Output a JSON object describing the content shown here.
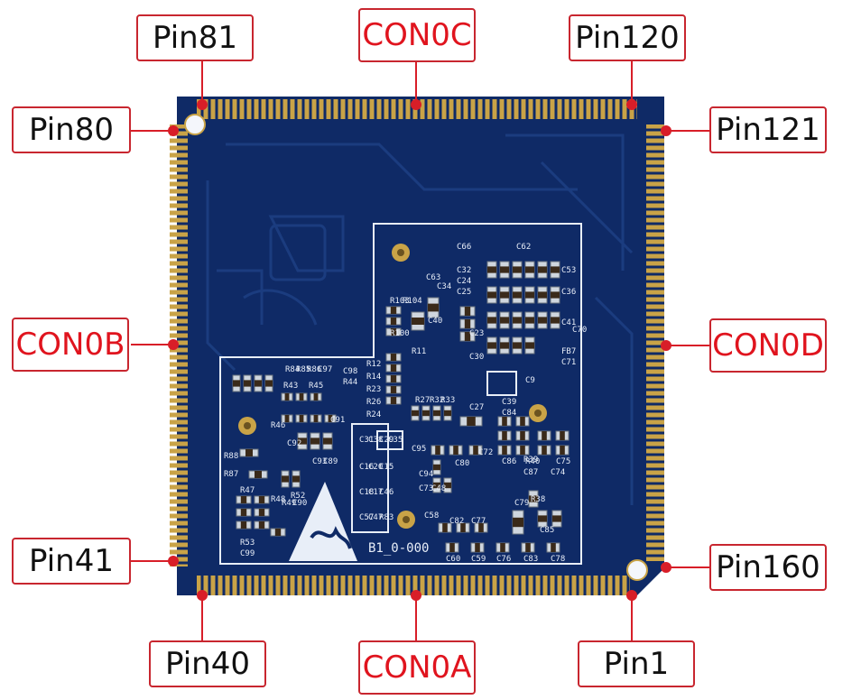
{
  "colors": {
    "board": "#0f2a66",
    "board_dark": "#0b2258",
    "trace": "#1d3f82",
    "gold": "#c9a347",
    "silk": "#e8eef8",
    "callout": "#d81e28",
    "accent_con": "#e0141e",
    "label_text": "#111111"
  },
  "callouts": {
    "pin81": "Pin81",
    "con0c": "CON0C",
    "pin120": "Pin120",
    "pin80": "Pin80",
    "pin121": "Pin121",
    "con0b": "CON0B",
    "con0d": "CON0D",
    "pin41": "Pin41",
    "pin160": "Pin160",
    "pin40": "Pin40",
    "con0a": "CON0A",
    "pin1": "Pin1"
  },
  "board": {
    "silkscreen_id": "B1_0-000",
    "refdes": [
      "C66",
      "C62",
      "C63",
      "C32",
      "C24",
      "C25",
      "C53",
      "C36",
      "C70",
      "C41",
      "C71",
      "FB7",
      "C34",
      "C40",
      "C23",
      "C30",
      "C9",
      "C39",
      "C84",
      "C27",
      "C72",
      "C86",
      "C87",
      "C75",
      "C74",
      "C80",
      "C95",
      "C73",
      "C94",
      "C48",
      "C58",
      "C82",
      "C77",
      "C79",
      "C85",
      "C60",
      "C59",
      "C76",
      "C83",
      "C78",
      "R38",
      "R39",
      "R40",
      "R27",
      "R32",
      "R33",
      "R103",
      "R104",
      "R100",
      "R11",
      "R12",
      "R14",
      "R23",
      "R26",
      "R24",
      "C31",
      "C38",
      "C29",
      "C35",
      "C16",
      "C20",
      "C15",
      "C18",
      "C17",
      "C46",
      "C57",
      "C47",
      "R83",
      "R84",
      "R85",
      "R86",
      "C97",
      "C98",
      "R44",
      "R43",
      "R45",
      "R46",
      "C91",
      "C92",
      "C93",
      "C89",
      "R88",
      "R87",
      "R47",
      "R48",
      "R49",
      "C90",
      "R52",
      "R53",
      "C99"
    ]
  }
}
